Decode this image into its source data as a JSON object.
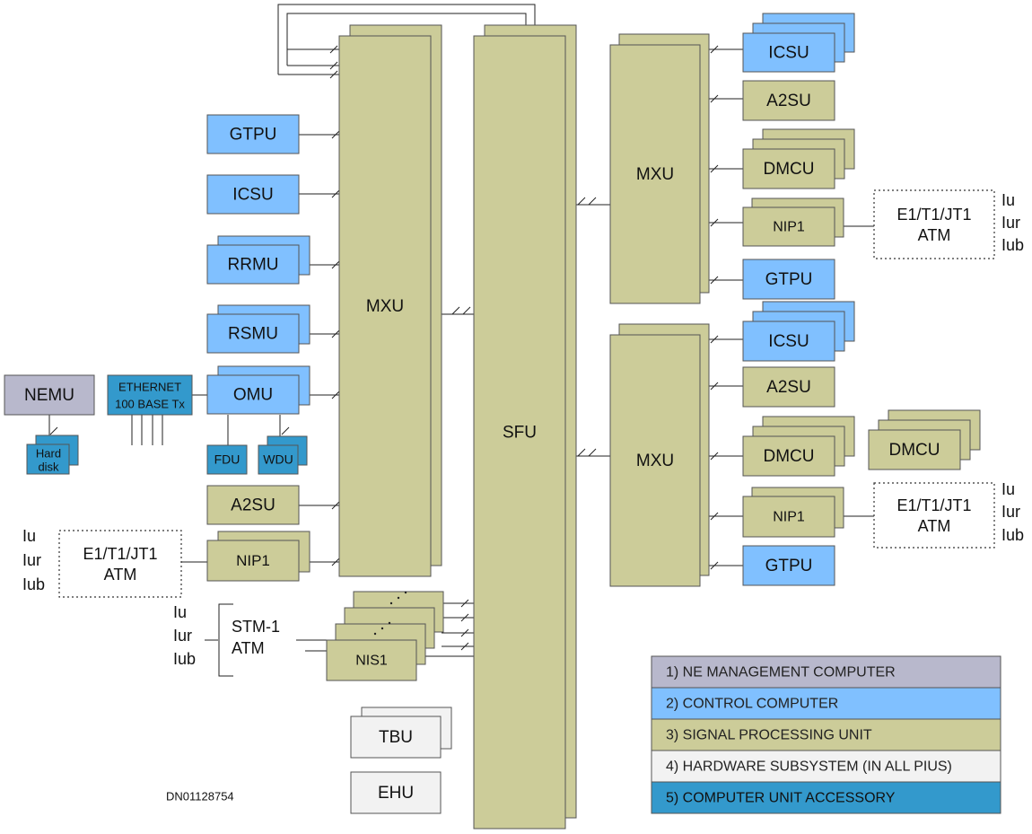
{
  "colors": {
    "management": "#b8b8cc",
    "control": "#80c0ff",
    "signal": "#cccc99",
    "hardware": "#f2f2f2",
    "accessory": "#3399cc"
  },
  "labels": {
    "nemu": "NEMU",
    "ethernet_line1": "ETHERNET",
    "ethernet_line2": "100 BASE Tx",
    "hard_disk_line1": "Hard",
    "hard_disk_line2": "disk",
    "omu": "OMU",
    "fdu": "FDU",
    "wdu": "WDU",
    "gtpu": "GTPU",
    "icsu": "ICSU",
    "rrmu": "RRMU",
    "rsmu": "RSMU",
    "a2su": "A2SU",
    "nip1": "NIP1",
    "mxu": "MXU",
    "sfu": "SFU",
    "dmcu": "DMCU",
    "nis1": "NIS1",
    "tbu": "TBU",
    "ehu": "EHU",
    "e1_line1": "E1/T1/JT1",
    "e1_line2": "ATM",
    "stm_line1": "STM-1",
    "stm_line2": "ATM",
    "iu": "Iu",
    "iur": "Iur",
    "iub": "Iub",
    "dn_code": "DN01128754"
  },
  "legend": [
    {
      "text": "1) NE MANAGEMENT COMPUTER",
      "color": "#b8b8cc",
      "text_color": "#222222"
    },
    {
      "text": "2) CONTROL COMPUTER",
      "color": "#80c0ff",
      "text_color": "#222222"
    },
    {
      "text": "3) SIGNAL PROCESSING UNIT",
      "color": "#cccc99",
      "text_color": "#222222"
    },
    {
      "text": "4) HARDWARE SUBSYSTEM (IN ALL PIUS)",
      "color": "#f2f2f2",
      "text_color": "#222222"
    },
    {
      "text": "5) COMPUTER UNIT ACCESSORY",
      "color": "#3399cc",
      "text_color": "#111111"
    }
  ]
}
